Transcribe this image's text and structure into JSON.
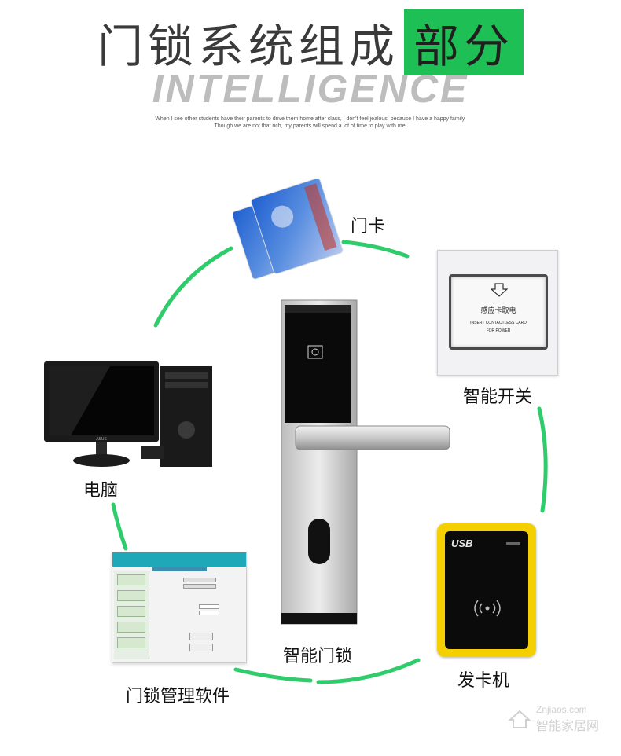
{
  "title": {
    "main": "门锁系统组成",
    "highlight": "部分"
  },
  "subtitle": "INTELLIGENCE",
  "tagline": {
    "line1": "When I see other students have their parents to drive them home after class, I don't feel jealous, because I have a happy family.",
    "line2": "Though we are not that rich, my parents will spend a lot of time to play with me."
  },
  "labels": {
    "door_card": "门卡",
    "smart_switch": "智能开关",
    "computer": "电脑",
    "smart_lock": "智能门锁",
    "issuer": "发卡机",
    "software": "门锁管理软件"
  },
  "switch_panel": {
    "line1": "感应卡取电",
    "line2": "INSERT CONTACTLESS CARD",
    "line3": "FOR POWER"
  },
  "issuer_device": {
    "brand": "USB"
  },
  "monitor_brand": "ASUS",
  "colors": {
    "accent": "#1ec055",
    "circle": "#2ecc6a",
    "issuer_frame": "#f5d000"
  },
  "watermark": {
    "site": "Znjiaos.com",
    "cn": "智能家居网"
  }
}
